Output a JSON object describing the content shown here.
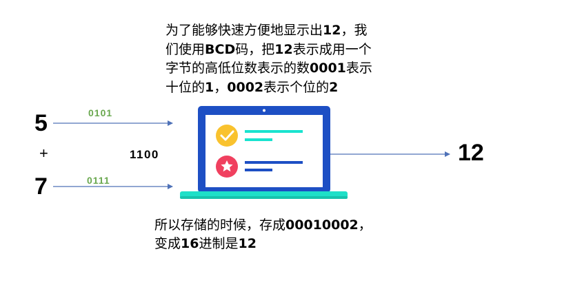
{
  "top_note": {
    "lines": [
      [
        {
          "t": "为了能够快速方便地显示出",
          "b": false
        },
        {
          "t": "12",
          "b": true
        },
        {
          "t": "，我",
          "b": false
        }
      ],
      [
        {
          "t": "们使用",
          "b": false
        },
        {
          "t": "BCD",
          "b": true
        },
        {
          "t": "码，把",
          "b": false
        },
        {
          "t": "12",
          "b": true
        },
        {
          "t": "表示成用一个",
          "b": false
        }
      ],
      [
        {
          "t": "字节的高低位数表示的数",
          "b": false
        },
        {
          "t": "0001",
          "b": true
        },
        {
          "t": "表示",
          "b": false
        }
      ],
      [
        {
          "t": "十位的",
          "b": false
        },
        {
          "t": "1",
          "b": true
        },
        {
          "t": "，",
          "b": false
        },
        {
          "t": "0002",
          "b": true
        },
        {
          "t": "表示个位的",
          "b": false
        },
        {
          "t": "2",
          "b": true
        }
      ]
    ]
  },
  "bottom_note": {
    "lines": [
      [
        {
          "t": "所以存储的时候，存成",
          "b": false
        },
        {
          "t": "00010002",
          "b": true
        },
        {
          "t": "，",
          "b": false
        }
      ],
      [
        {
          "t": "变成",
          "b": false
        },
        {
          "t": "16",
          "b": true
        },
        {
          "t": "进制是",
          "b": false
        },
        {
          "t": "12",
          "b": true
        }
      ]
    ]
  },
  "inputs": {
    "first_value": "5",
    "first_binary": "0101",
    "operator": "+",
    "second_value": "7",
    "second_binary": "0111",
    "sum_binary": "1100"
  },
  "result": {
    "value": "12"
  },
  "colors": {
    "arrow": "#4f72b8",
    "binary_text": "#6aa84f",
    "laptop_frame": "#1d4fc4",
    "laptop_base": "#1ee0c8",
    "check_badge": "#f9c22e",
    "star_badge": "#f0405f",
    "cyan_line": "#19e3cf",
    "blue_line": "#1d4fc4"
  },
  "icons": [
    "laptop-icon",
    "check-badge-icon",
    "star-badge-icon"
  ]
}
